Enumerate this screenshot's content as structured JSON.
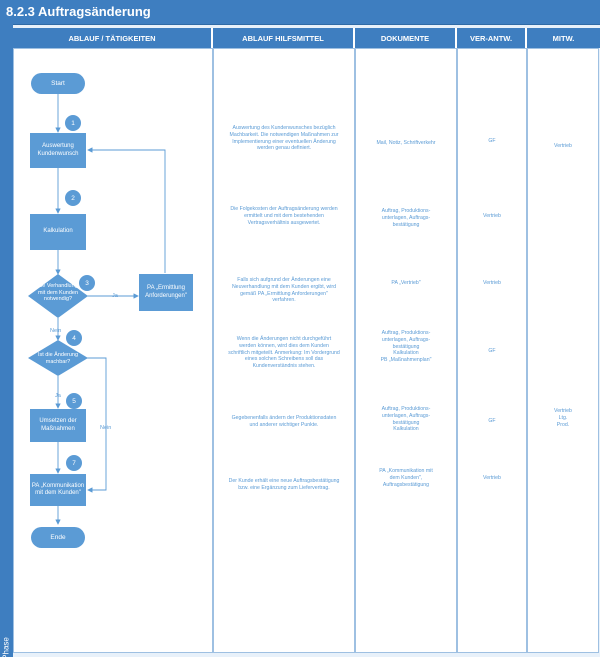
{
  "title": "8.2.3 Auftragsänderung",
  "phase_label": "Phase",
  "headers": {
    "ablauf": "ABLAUF / TÄTIGKEITEN",
    "hilfsmittel": "ABLAUF HILFSMITTEL",
    "dokumente": "DOKUMENTE",
    "verantw": "VER-ANTW.",
    "mitw": "MITW."
  },
  "flow": {
    "start": "Start",
    "end": "Ende",
    "step1": "Auswertung Kundenwunsch",
    "step2": "Kalkulation",
    "decision1": "Neue Verhandlungen mit dem Kunden notwendig?",
    "pa1": "PA „Ermittlung Anforderungen\"",
    "decision2": "Ist die Änderung machbar?",
    "step5": "Umsetzen der Maßnahmen",
    "step7": "PA „Kommunikation mit dem Kunden\"",
    "badges": [
      "1",
      "2",
      "3",
      "4",
      "5",
      "7"
    ],
    "label_ja1": "Ja",
    "label_nein1": "Nein",
    "label_ja2": "Ja",
    "label_nein2": "Nein"
  },
  "hilfsmittel": [
    "Auswertung des Kundenwunsches bezüglich Machbarkeit. Die notwendigen Maßnahmen zur Implementierung einer eventuellen Änderung werden genau definiert.",
    "Die Folgekosten der Auftragsänderung werden ermittelt und mit dem bestehenden Vertragsverhältnis ausgewertet.",
    "Falls sich aufgrund der Änderungen eine Neuverhandlung mit dem Kunden ergibt, wird gemäß PA „Ermittlung Anforderungen\" verfahren.",
    "Wenn die Änderungen nicht durchgeführt werden können, wird dies dem Kunden schriftlich mitgeteilt. Anmerkung: Im Vordergrund eines solchen Schreibens soll das Kundenverständnis stehen.",
    "Gegebenenfalls ändern der Produktionsdaten und anderer wichtiger Punkte.",
    "Der Kunde erhält eine neue Auftragsbestätigung bzw. eine Ergänzung zum Liefervertrag."
  ],
  "dokumente": [
    "Mail, Notiz, Schriftverkehr",
    "Auftrag, Produktions-\nunterlagen, Auftrags-\nbestätigung",
    "PA „Vertrieb\"",
    "Auftrag, Produktions-\nunterlagen, Auftrags-\nbestätigung\nKalkulation\nPB „Maßnahmenplan\"",
    "Auftrag, Produktions-\nunterlagen, Auftrags-\nbestätigung\nKalkulation",
    "PA „Kommunikation mit\ndem Kunden\",\nAuftragsbestätigung"
  ],
  "verantw": [
    "GF",
    "Vertrieb",
    "Vertrieb",
    "GF",
    "GF",
    "Vertrieb"
  ],
  "mitw": [
    "Vertrieb",
    "Vertrieb\nLtg.\nProd."
  ]
}
